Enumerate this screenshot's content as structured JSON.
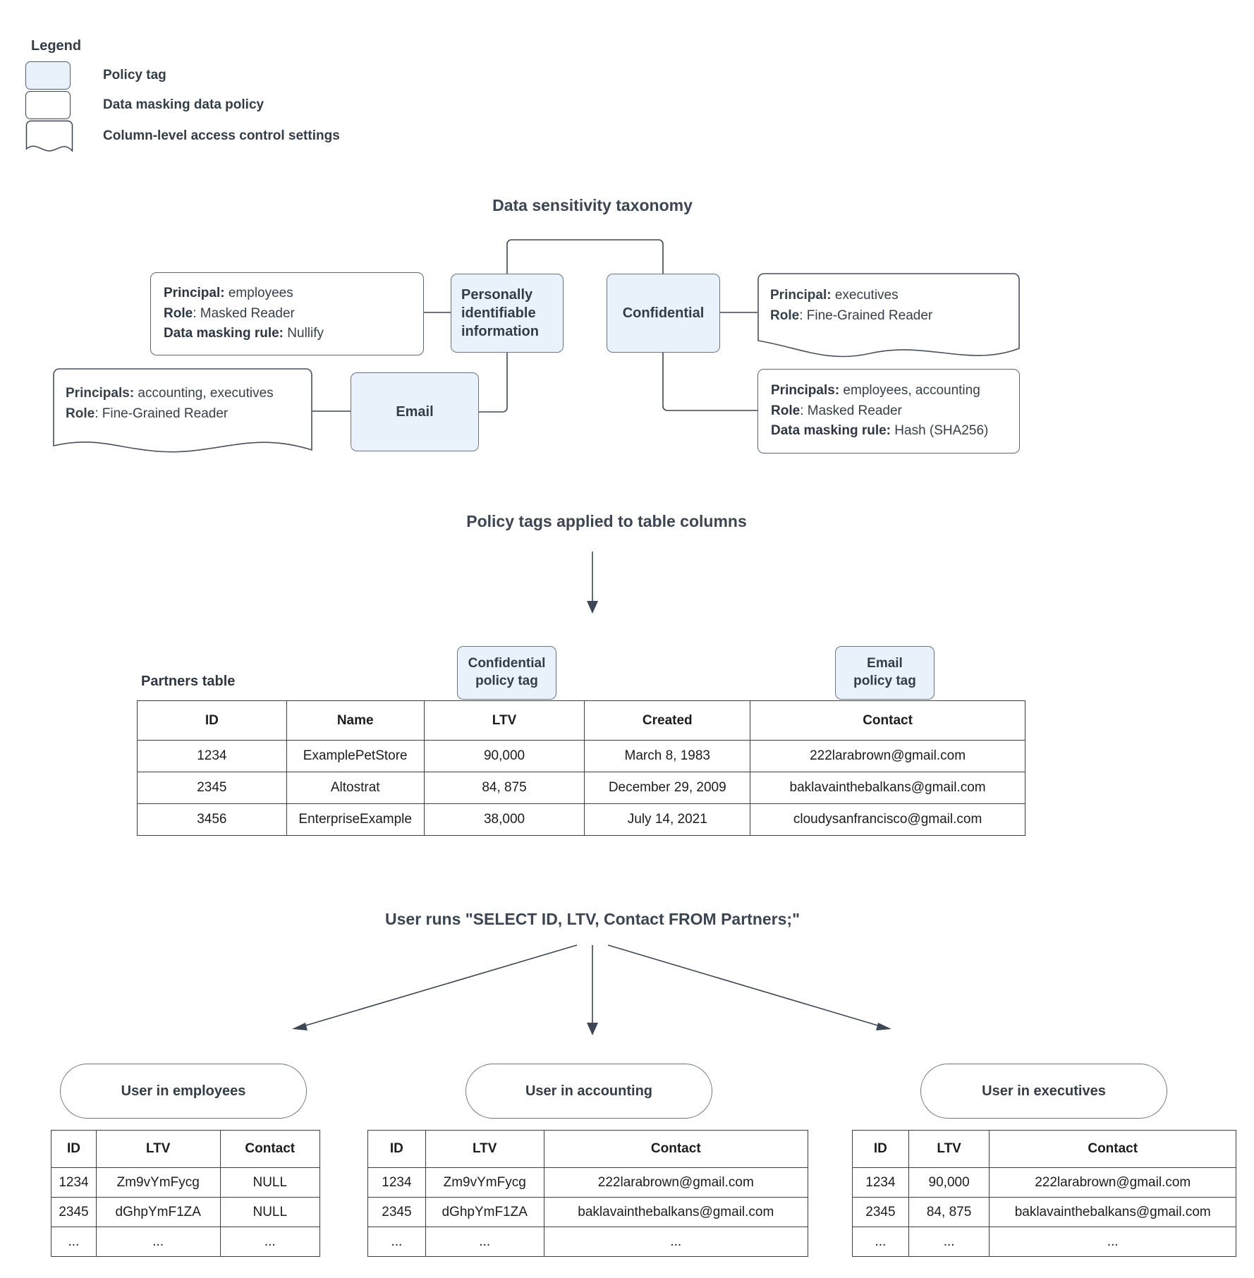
{
  "legend": {
    "title": "Legend",
    "items": [
      {
        "shape": "policy-tag-swatch",
        "label": "Policy tag"
      },
      {
        "shape": "data-masking-policy-swatch",
        "label": "Data masking data policy"
      },
      {
        "shape": "column-access-control-swatch",
        "label": "Column-level access control settings"
      }
    ]
  },
  "sections": {
    "taxonomy_title": "Data sensitivity taxonomy",
    "applied_title": "Policy tags applied to table columns",
    "query_title": "User runs \"SELECT ID, LTV, Contact FROM Partners;\""
  },
  "taxonomy": {
    "nodes": {
      "pii": "Personally identifiable information",
      "confidential": "Confidential",
      "email": "Email"
    },
    "pii_masking_policy": {
      "l1_key": "Principal:",
      "l1_val": " employees",
      "l2_key": "Role",
      "l2_val": ": Masked Reader",
      "l3_key": "Data masking rule:",
      "l3_val": " Nullify"
    },
    "email_access_control": {
      "l1_key": "Principals:",
      "l1_val": " accounting, executives",
      "l2_key": "Role",
      "l2_val": ": Fine-Grained Reader"
    },
    "confidential_access_control": {
      "l1_key": "Principal:",
      "l1_val": " executives",
      "l2_key": "Role",
      "l2_val": ": Fine-Grained Reader"
    },
    "confidential_masking_policy": {
      "l1_key": "Principals:",
      "l1_val": " employees, accounting",
      "l2_key": "Role",
      "l2_val": ": Masked Reader",
      "l3_key": "Data masking rule:",
      "l3_val": " Hash (SHA256)"
    }
  },
  "partners": {
    "caption": "Partners table",
    "tag_confidential": "Confidential\npolicy tag",
    "tag_confidential_l1": "Confidential",
    "tag_confidential_l2": "policy tag",
    "tag_email_l1": "Email",
    "tag_email_l2": "policy tag",
    "columns": [
      "ID",
      "Name",
      "LTV",
      "Created",
      "Contact"
    ],
    "rows": [
      [
        "1234",
        "ExamplePetStore",
        "90,000",
        "March 8, 1983",
        "222larabrown@gmail.com"
      ],
      [
        "2345",
        "Altostrat",
        "84, 875",
        "December 29, 2009",
        "baklavainthebalkans@gmail.com"
      ],
      [
        "3456",
        "EnterpriseExample",
        "38,000",
        "July 14, 2021",
        "cloudysanfrancisco@gmail.com"
      ]
    ]
  },
  "results": [
    {
      "pill": "User in employees",
      "columns": [
        "ID",
        "LTV",
        "Contact"
      ],
      "rows": [
        [
          "1234",
          "Zm9vYmFycg",
          "NULL"
        ],
        [
          "2345",
          "dGhpYmF1ZA",
          "NULL"
        ],
        [
          "...",
          "...",
          "..."
        ]
      ]
    },
    {
      "pill": "User in accounting",
      "columns": [
        "ID",
        "LTV",
        "Contact"
      ],
      "rows": [
        [
          "1234",
          "Zm9vYmFycg",
          "222larabrown@gmail.com"
        ],
        [
          "2345",
          "dGhpYmF1ZA",
          "baklavainthebalkans@gmail.com"
        ],
        [
          "...",
          "...",
          "..."
        ]
      ]
    },
    {
      "pill": "User in executives",
      "columns": [
        "ID",
        "LTV",
        "Contact"
      ],
      "rows": [
        [
          "1234",
          "90,000",
          "222larabrown@gmail.com"
        ],
        [
          "2345",
          "84, 875",
          "baklavainthebalkans@gmail.com"
        ],
        [
          "...",
          "...",
          "..."
        ]
      ]
    }
  ],
  "colors": {
    "tag_fill": "#e9f1fb",
    "tag_stroke": "#6b7480",
    "line": "#3d4654",
    "text": "#333d47"
  }
}
